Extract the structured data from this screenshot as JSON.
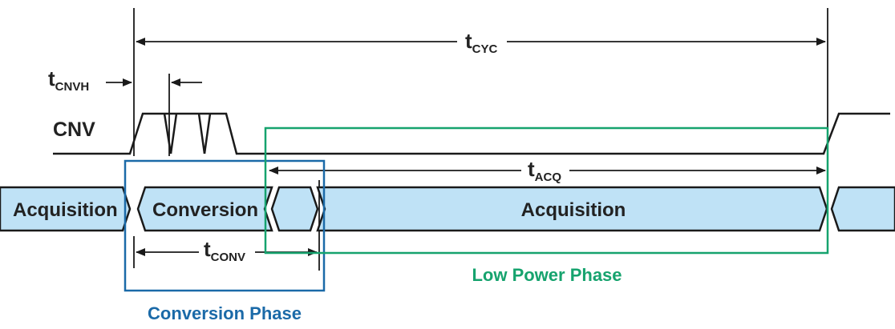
{
  "diagram": {
    "timing": {
      "t_cyc": {
        "main": "t",
        "sub": "CYC"
      },
      "t_cnvh": {
        "main": "t",
        "sub": "CNVH"
      },
      "t_acq": {
        "main": "t",
        "sub": "ACQ"
      },
      "t_conv": {
        "main": "t",
        "sub": "CONV"
      }
    },
    "signals": {
      "cnv": "CNV"
    },
    "states": {
      "acquisition_left": "Acquisition",
      "conversion": "Conversion",
      "acquisition_main": "Acquisition"
    },
    "phases": {
      "conversion_phase": "Conversion Phase",
      "low_power_phase": "Low Power Phase"
    },
    "colors": {
      "state_fill": "#bfe2f6",
      "conversion_phase": "#1b6aa8",
      "low_power_phase": "#16a36e",
      "line": "#1a1a1a"
    }
  }
}
